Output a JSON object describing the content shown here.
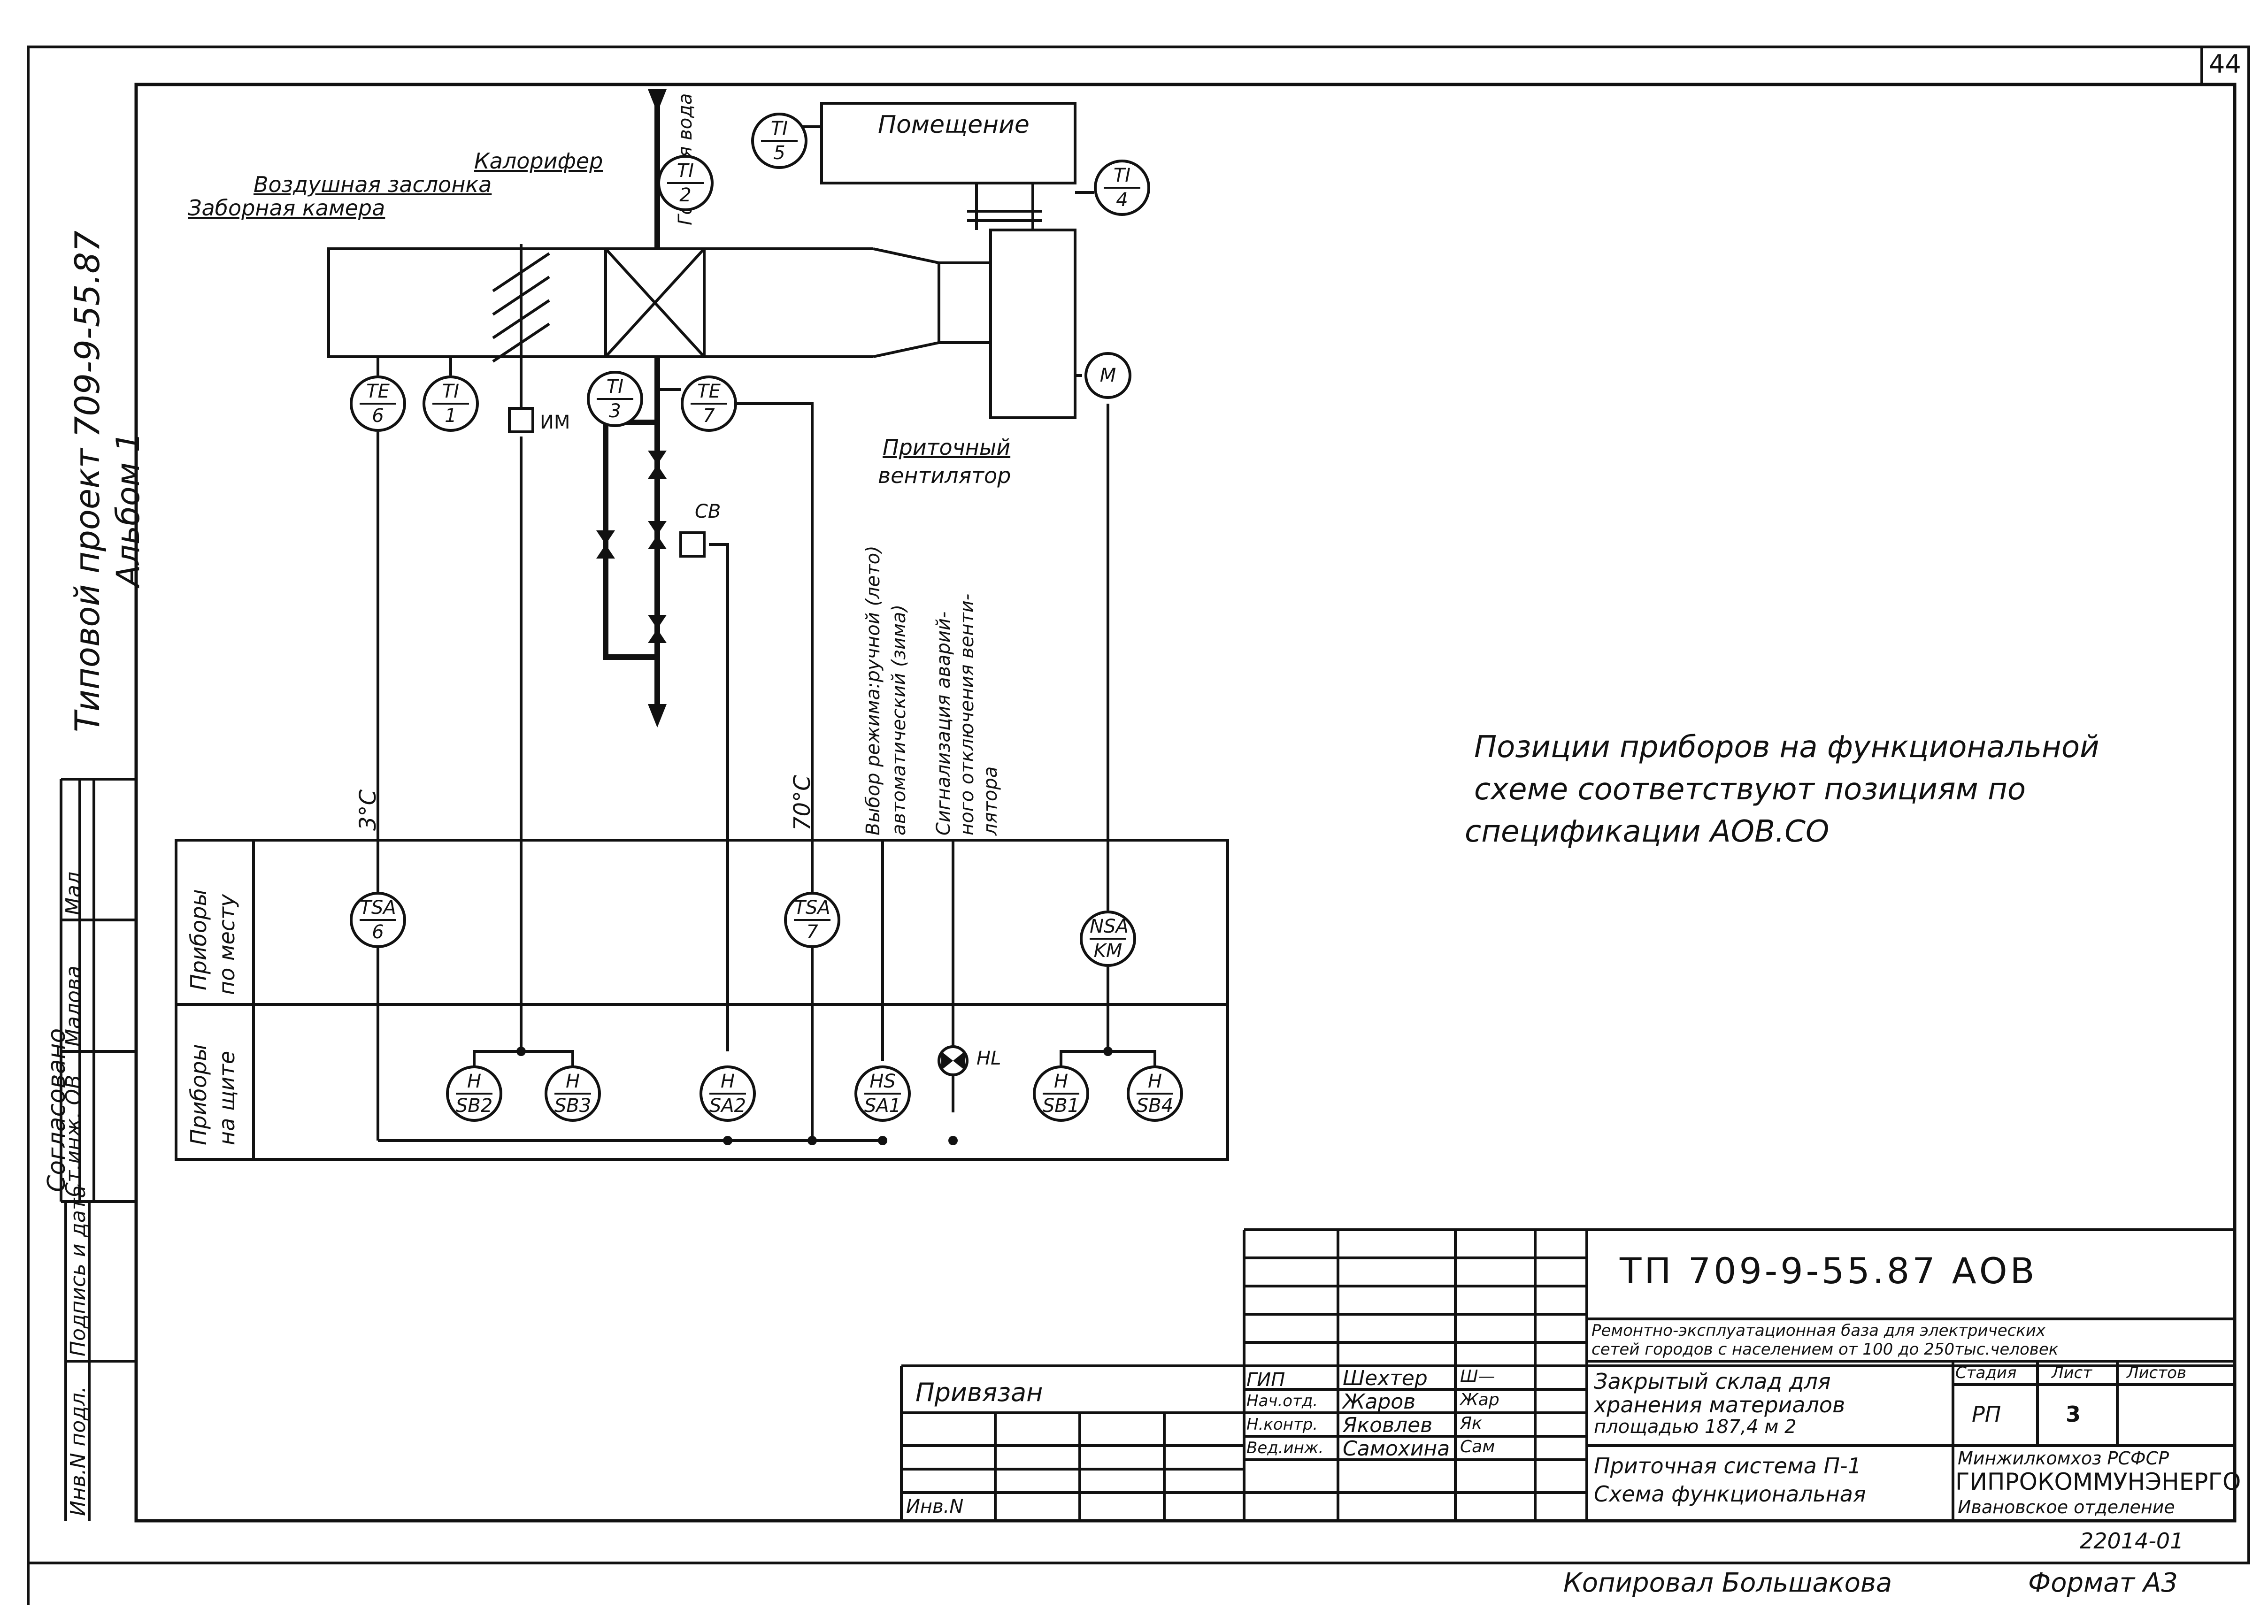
{
  "sheet_number": "44",
  "side_stamp": {
    "project": "Типовой проект 709-9-55.87",
    "album": "Альбом 1",
    "agreed": "Согласовано",
    "row_labels": [
      "Ст.инж. ОВ",
      "Малова",
      "Мал"
    ],
    "inv_labels": [
      "Инв.N подл.",
      "Подпись и дата"
    ]
  },
  "scheme": {
    "labels": {
      "intake_chamber": "Заборная камера",
      "air_damper": "Воздушная заслонка",
      "heater": "Калорифер",
      "hot_water": "Горячая вода",
      "room": "Помещение",
      "supply_fan": [
        "Приточный",
        "вентилятор"
      ],
      "actuator": "ИМ",
      "valve_actuator": "СВ",
      "lamp": "HL",
      "motor": "M"
    },
    "instruments_field": [
      {
        "id": "ti5",
        "top": "TI",
        "bottom": "5"
      },
      {
        "id": "ti2",
        "top": "TI",
        "bottom": "2"
      },
      {
        "id": "ti4",
        "top": "TI",
        "bottom": "4"
      },
      {
        "id": "te6",
        "top": "TE",
        "bottom": "6"
      },
      {
        "id": "ti1",
        "top": "TI",
        "bottom": "1"
      },
      {
        "id": "ti3",
        "top": "TI",
        "bottom": "3"
      },
      {
        "id": "te7",
        "top": "TE",
        "bottom": "7"
      }
    ],
    "instruments_local": [
      {
        "id": "tsa6",
        "top": "TSA",
        "bottom": "6"
      },
      {
        "id": "tsa7",
        "top": "TSA",
        "bottom": "7"
      },
      {
        "id": "nsakm",
        "top": "NSA",
        "bottom": "KM"
      }
    ],
    "instruments_panel": [
      {
        "id": "sb2",
        "top": "H",
        "bottom": "SB2"
      },
      {
        "id": "sb3",
        "top": "H",
        "bottom": "SB3"
      },
      {
        "id": "sa2",
        "top": "H",
        "bottom": "SA2"
      },
      {
        "id": "sa1",
        "top": "HS",
        "bottom": "SA1"
      },
      {
        "id": "sb1",
        "top": "H",
        "bottom": "SB1"
      },
      {
        "id": "sb4",
        "top": "H",
        "bottom": "SB4"
      }
    ],
    "setpoints": {
      "left": "3°C",
      "right": "70°C"
    },
    "signal_texts": [
      "Выбор режима:ручной (лето)",
      "автоматический (зима)",
      "Сигнализация аварий-",
      "ного отключения венти-",
      "лятора"
    ],
    "row_headers": {
      "local": [
        "Приборы",
        "по месту"
      ],
      "panel": [
        "Приборы",
        "на щите"
      ]
    }
  },
  "note": [
    "Позиции приборов на функциональной",
    "схеме соответствуют позициям по",
    "спецификации АОВ.СО"
  ],
  "title_block": {
    "code": "ТП 709-9-55.87   АОВ",
    "project_title": [
      "Ремонтно-эксплуатационная база для электрических",
      "сетей городов с населением от 100 до 250тыс.человек"
    ],
    "object": [
      "Закрытый склад для",
      "хранения материалов",
      "площадью 187,4 м 2"
    ],
    "drawing": [
      "Приточная система   П-1",
      "Схема функциональная"
    ],
    "stage_headers": {
      "stage": "Стадия",
      "sheet": "Лист",
      "sheets": "Листов"
    },
    "stage_values": {
      "stage": "РП",
      "sheet": "3",
      "sheets": ""
    },
    "organization": [
      "Минжилкомхоз РСФСР",
      "ГИПРОКОММУНЭНЕРГО",
      "Ивановское отделение"
    ],
    "staff": [
      {
        "role": "ГИП",
        "name": "Шехтер",
        "sign": "Ш—"
      },
      {
        "role": "Нач.отд.",
        "name": "Жаров",
        "sign": "Жар"
      },
      {
        "role": "Н.контр.",
        "name": "Яковлев",
        "sign": "Як"
      },
      {
        "role": "Вед.инж.",
        "name": "Самохина",
        "sign": "Сам"
      }
    ],
    "bound": "Привязан",
    "inv": "Инв.N",
    "archive_number": "22014-01"
  },
  "footer": {
    "copied": "Копировал Большакова",
    "format": "Формат А3"
  }
}
